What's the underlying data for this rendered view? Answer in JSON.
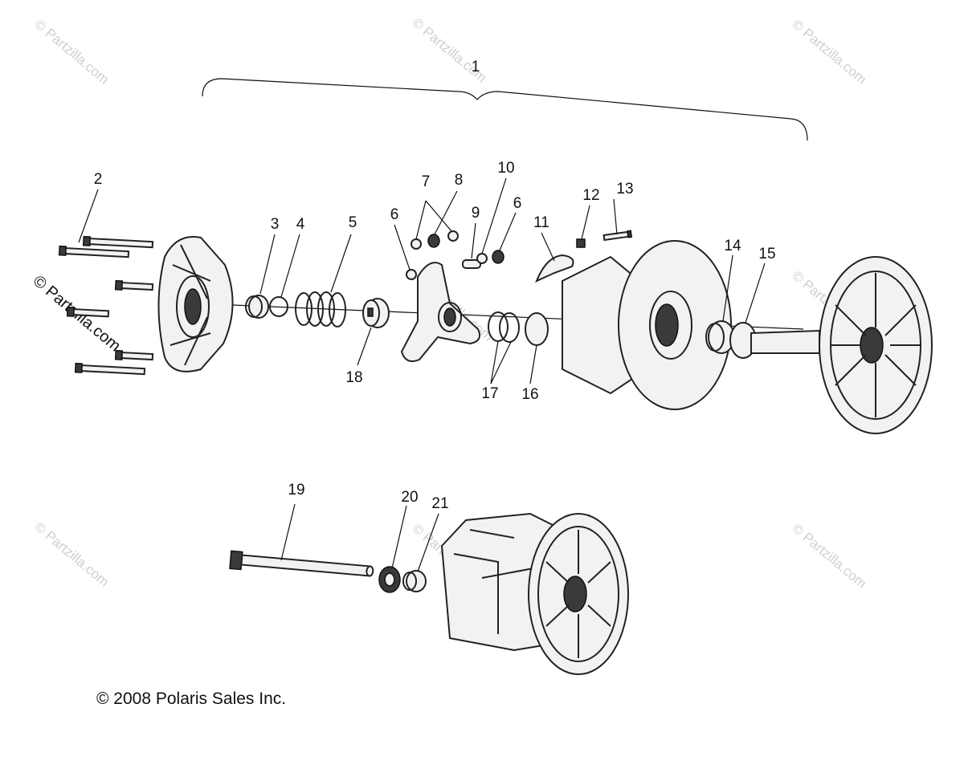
{
  "callouts": [
    "1",
    "2",
    "3",
    "4",
    "5",
    "6",
    "7",
    "8",
    "9",
    "10",
    "6",
    "11",
    "12",
    "13",
    "14",
    "15",
    "18",
    "17",
    "16",
    "19",
    "20",
    "21"
  ],
  "copyright": "© 2008 Polaris Sales Inc.",
  "watermark": "© Partzilla.com",
  "colors": {
    "ink": "#111111",
    "watermark": "#cfcfcf",
    "background": "#ffffff"
  }
}
